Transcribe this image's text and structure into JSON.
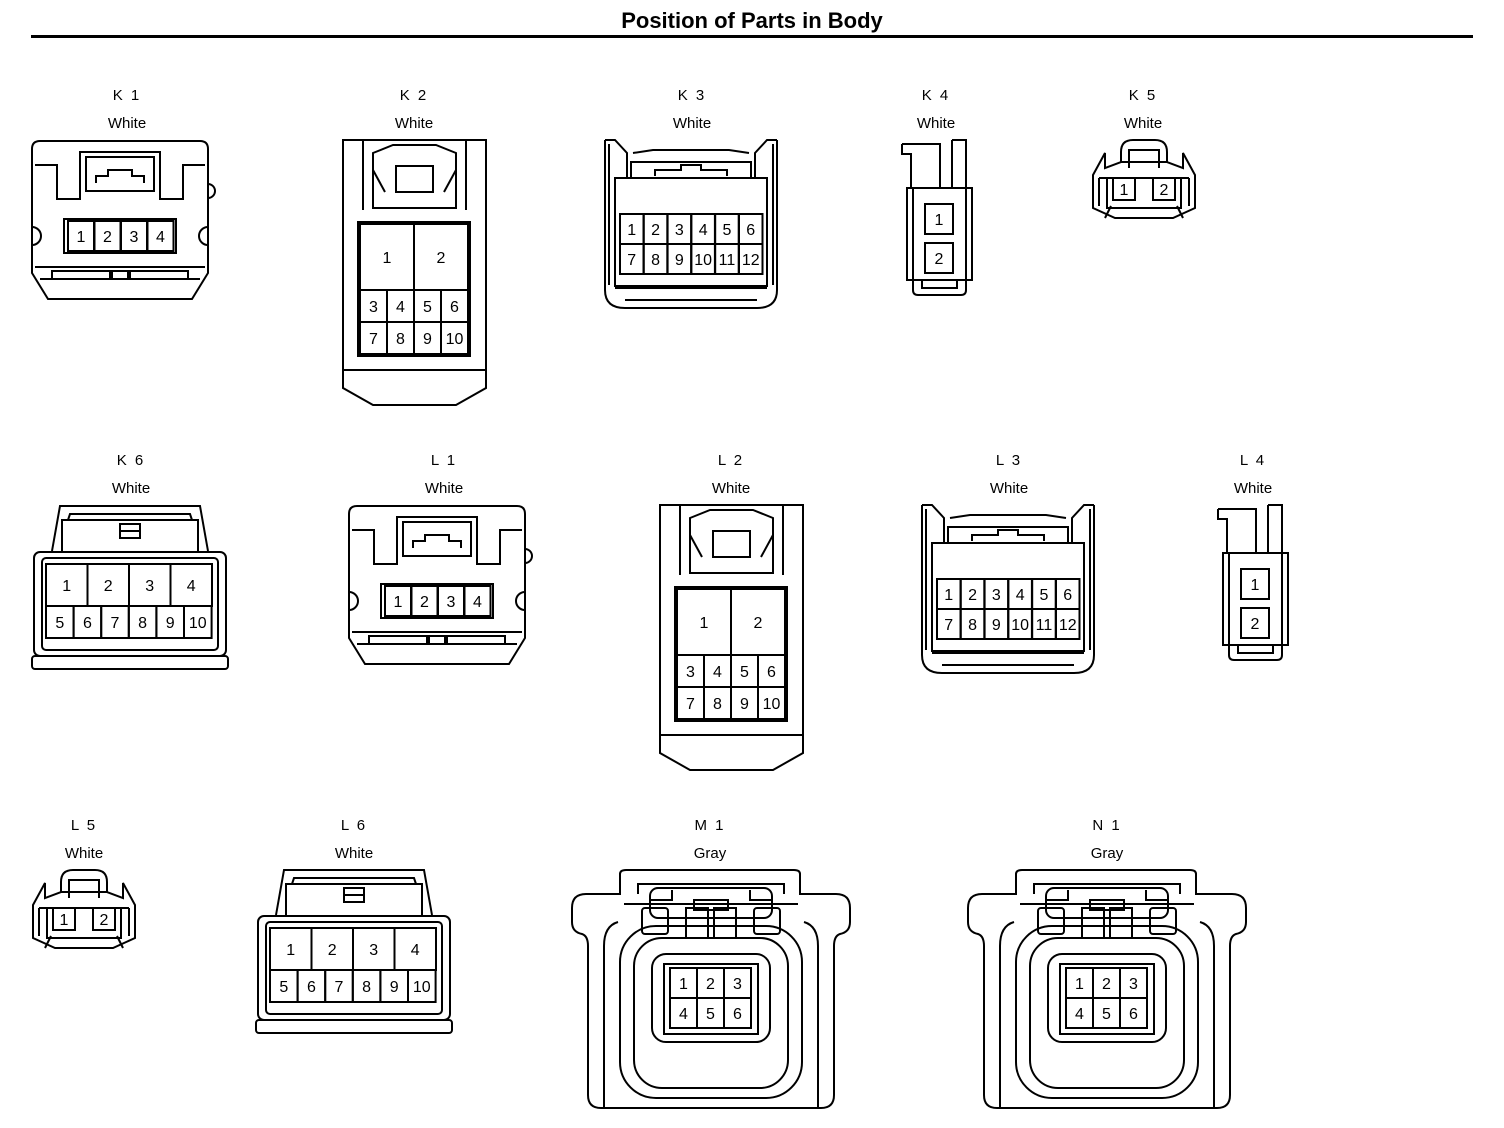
{
  "page": {
    "title": "Position of Parts in Body"
  },
  "connectors": [
    {
      "id": "K1",
      "label": "K 1",
      "color": "White",
      "pins": [
        "1",
        "2",
        "3",
        "4"
      ]
    },
    {
      "id": "K2",
      "label": "K 2",
      "color": "White",
      "pins": [
        "1",
        "2",
        "3",
        "4",
        "5",
        "6",
        "7",
        "8",
        "9",
        "10"
      ]
    },
    {
      "id": "K3",
      "label": "K 3",
      "color": "White",
      "pins": [
        "1",
        "2",
        "3",
        "4",
        "5",
        "6",
        "7",
        "8",
        "9",
        "10",
        "11",
        "12"
      ]
    },
    {
      "id": "K4",
      "label": "K 4",
      "color": "White",
      "pins": [
        "1",
        "2"
      ]
    },
    {
      "id": "K5",
      "label": "K 5",
      "color": "White",
      "pins": [
        "1",
        "2"
      ]
    },
    {
      "id": "K6",
      "label": "K 6",
      "color": "White",
      "pins": [
        "1",
        "2",
        "3",
        "4",
        "5",
        "6",
        "7",
        "8",
        "9",
        "10"
      ]
    },
    {
      "id": "L1",
      "label": "L 1",
      "color": "White",
      "pins": [
        "1",
        "2",
        "3",
        "4"
      ]
    },
    {
      "id": "L2",
      "label": "L 2",
      "color": "White",
      "pins": [
        "1",
        "2",
        "3",
        "4",
        "5",
        "6",
        "7",
        "8",
        "9",
        "10"
      ]
    },
    {
      "id": "L3",
      "label": "L 3",
      "color": "White",
      "pins": [
        "1",
        "2",
        "3",
        "4",
        "5",
        "6",
        "7",
        "8",
        "9",
        "10",
        "11",
        "12"
      ]
    },
    {
      "id": "L4",
      "label": "L 4",
      "color": "White",
      "pins": [
        "1",
        "2"
      ]
    },
    {
      "id": "L5",
      "label": "L 5",
      "color": "White",
      "pins": [
        "1",
        "2"
      ]
    },
    {
      "id": "L6",
      "label": "L 6",
      "color": "White",
      "pins": [
        "1",
        "2",
        "3",
        "4",
        "5",
        "6",
        "7",
        "8",
        "9",
        "10"
      ]
    },
    {
      "id": "M1",
      "label": "M 1",
      "color": "Gray",
      "pins": [
        "1",
        "2",
        "3",
        "4",
        "5",
        "6"
      ]
    },
    {
      "id": "N1",
      "label": "N 1",
      "color": "Gray",
      "pins": [
        "1",
        "2",
        "3",
        "4",
        "5",
        "6"
      ]
    }
  ]
}
